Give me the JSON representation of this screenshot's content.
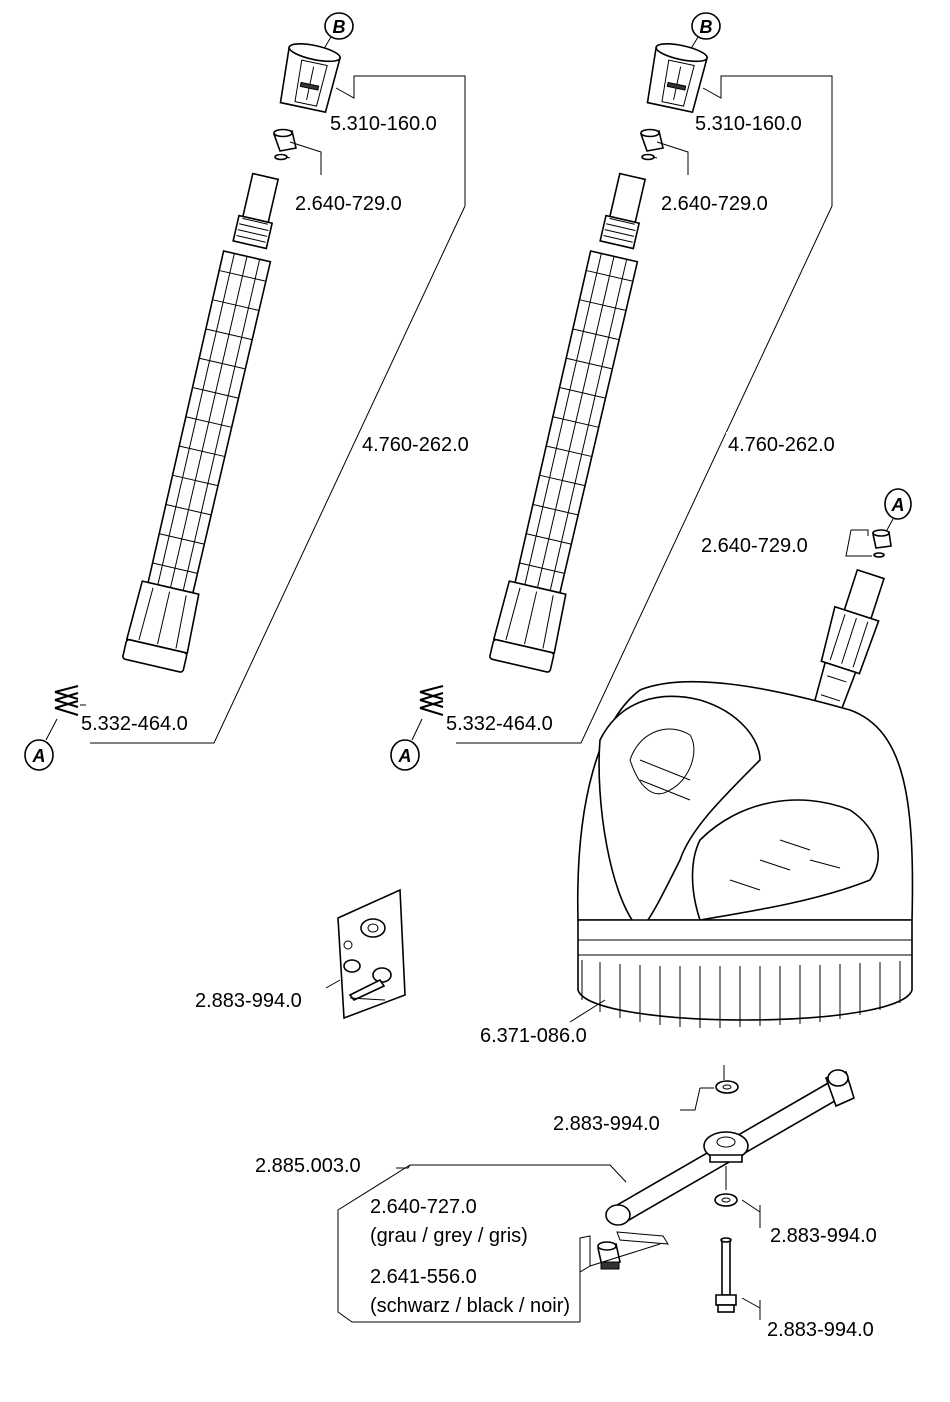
{
  "marks": {
    "a": "A",
    "b": "B"
  },
  "left_wand": {
    "cap": "5.310-160.0",
    "nozzle": "2.640-729.0",
    "wand": "4.760-262.0",
    "spring": "5.332-464.0"
  },
  "right_wand": {
    "cap": "5.310-160.0",
    "nozzle": "2.640-729.0",
    "wand": "4.760-262.0",
    "spring": "5.332-464.0"
  },
  "surface_cleaner": {
    "nozzle": "2.640-729.0",
    "body": "6.371-086.0",
    "kit": "2.883-994.0"
  },
  "spray_arm": {
    "washer_top": "2.883-994.0",
    "arm": "2.885.003.0",
    "nozzle_grey": "2.640-727.0",
    "nozzle_grey_color": "(grau / grey / gris)",
    "nozzle_black": "2.641-556.0",
    "nozzle_black_color": "(schwarz / black / noir)",
    "washer_bottom": "2.883-994.0",
    "shaft": "2.883-994.0"
  }
}
